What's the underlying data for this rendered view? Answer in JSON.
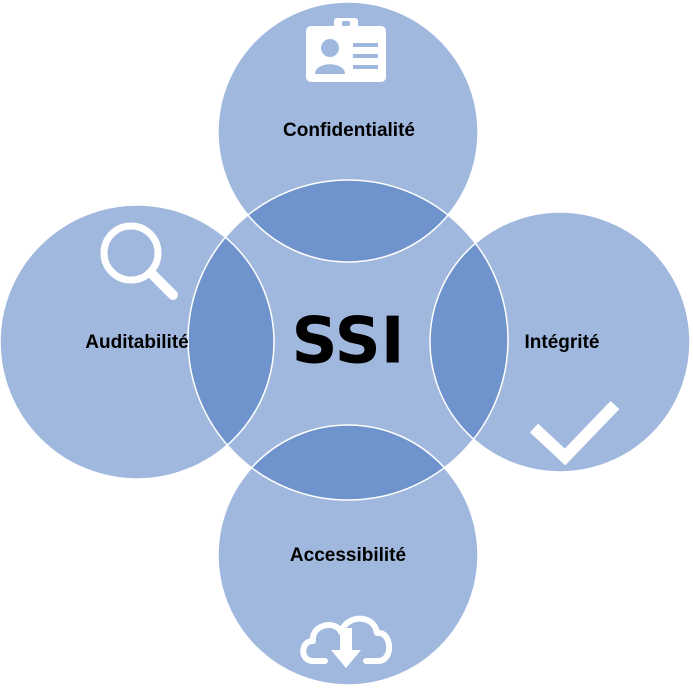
{
  "center": {
    "label": "SSI"
  },
  "petals": {
    "top": {
      "label": "Confidentialité",
      "icon": "id-card-icon"
    },
    "right": {
      "label": "Intégrité",
      "icon": "checkmark-icon"
    },
    "bottom": {
      "label": "Accessibilité",
      "icon": "cloud-download-icon"
    },
    "left": {
      "label": "Auditabilité",
      "icon": "magnifier-icon"
    }
  },
  "colors": {
    "circle": "#a1b8de",
    "overlap": "#6f93cc",
    "outline": "#ffffff",
    "icon": "#ffffff",
    "text": "#000000"
  }
}
